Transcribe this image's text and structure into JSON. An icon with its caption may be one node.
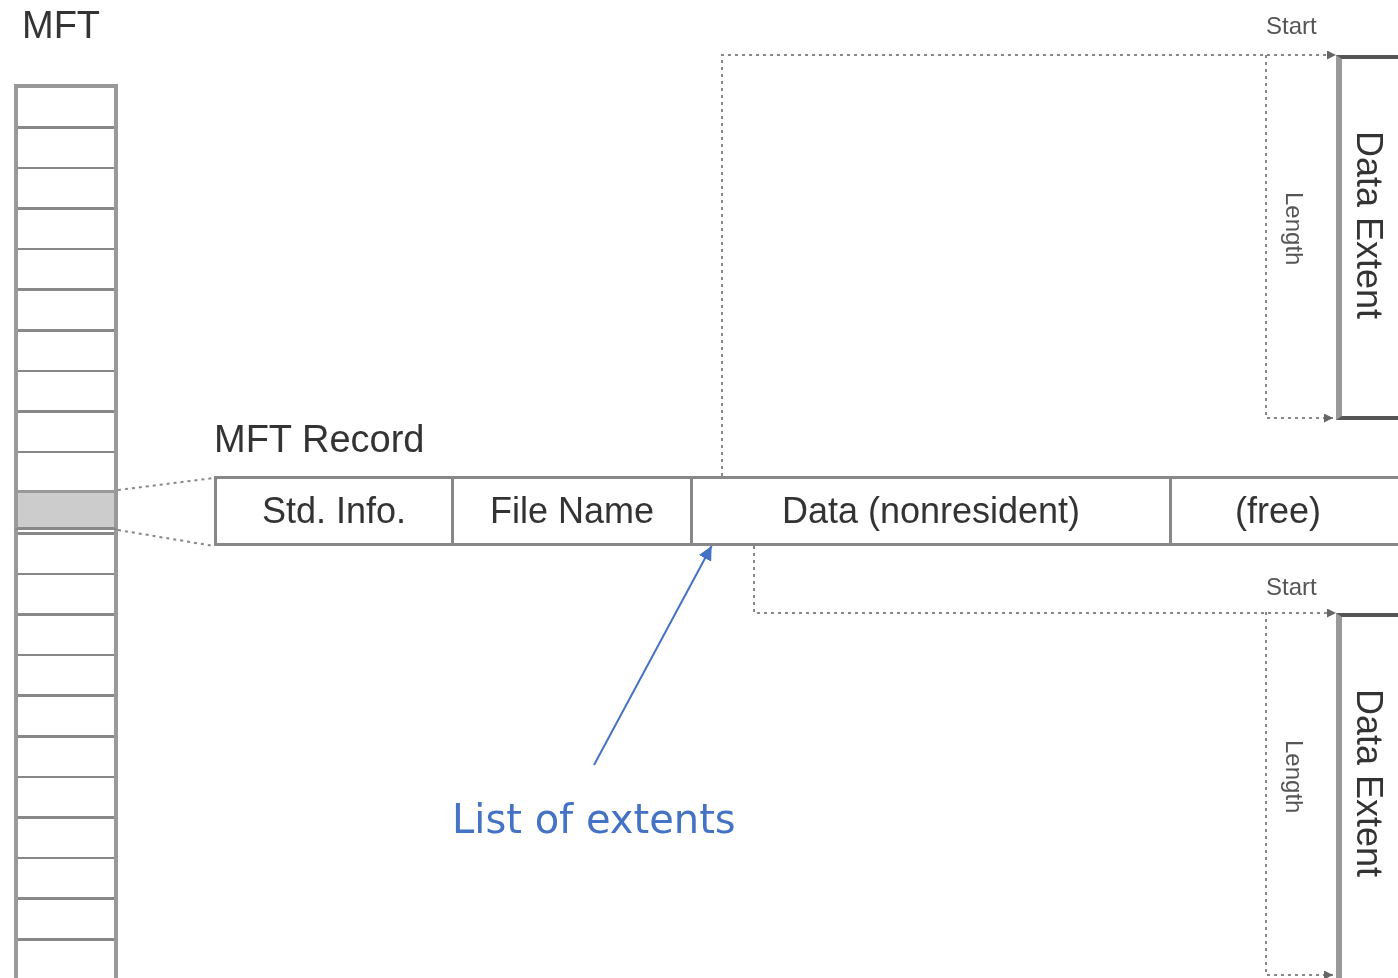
{
  "diagram": {
    "nodes": [
      {
        "text": [
          "MFT"
        ]
      },
      {
        "text": [],
        "shape": "bar",
        "in": 0
      },
      {
        "text": [
          "MFT Record"
        ]
      },
      {
        "text": [
          "Std. Info."
        ],
        "in": 2
      },
      {
        "text": [
          "File Name"
        ],
        "in": 2
      },
      {
        "text": [
          "Data (nonresident)"
        ],
        "in": 2
      },
      {
        "text": [
          "(free)"
        ],
        "in": 2
      },
      {
        "text": [
          "Data Extent"
        ]
      },
      {
        "text": [
          "Data Extent"
        ]
      },
      {
        "text": [
          "List of extents"
        ]
      }
    ],
    "edges": [
      {
        "from": 1,
        "to": 2,
        "arrow": "none",
        "style": "dashed"
      },
      {
        "from": 1,
        "to": 2,
        "arrow": "none",
        "style": "dashed"
      },
      {
        "from": 5,
        "to": 7,
        "arrow": "to",
        "style": "dashed"
      },
      {
        "from": 5,
        "to": 8,
        "arrow": "to",
        "style": "dashed"
      },
      {
        "from": 9,
        "to": 5,
        "arrow": "to",
        "color": "#4472c4"
      }
    ],
    "labels": [
      "Start",
      "Length",
      "Start",
      "Length"
    ]
  }
}
